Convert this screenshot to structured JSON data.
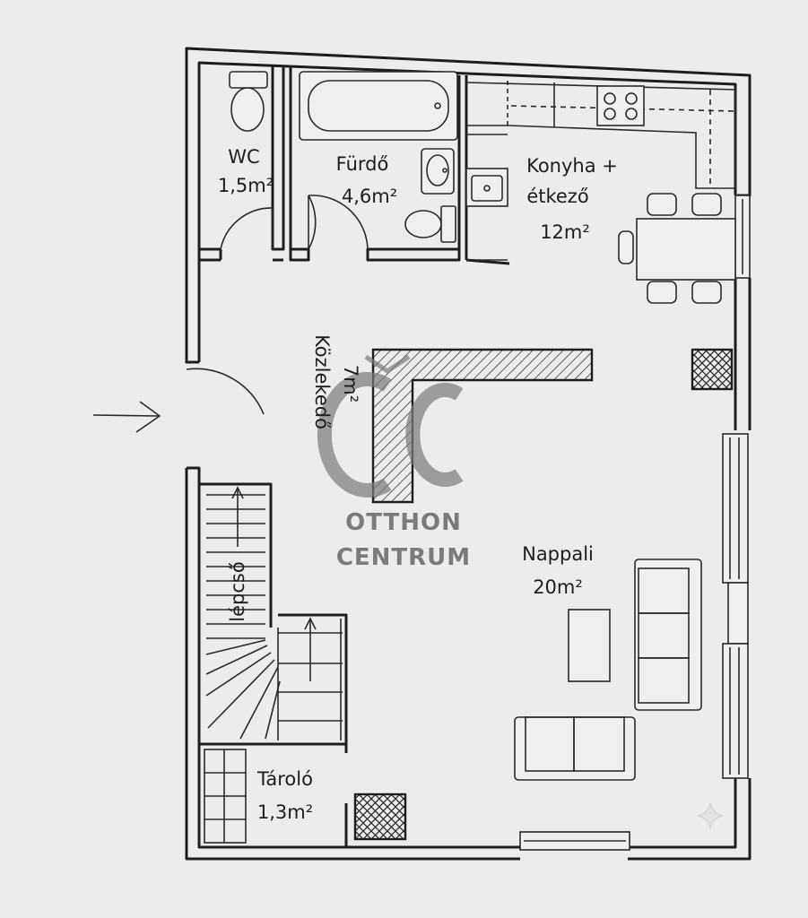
{
  "rooms": {
    "wc": {
      "name": "WC",
      "area": "1,5m²"
    },
    "bath": {
      "name": "Fürdő",
      "area": "4,6m²"
    },
    "kitchen": {
      "name_line1": "Konyha +",
      "name_line2": "étkező",
      "area": "12m²"
    },
    "hall": {
      "name": "Közlekedő",
      "area": "7m²"
    },
    "stairs": {
      "name": "lépcső"
    },
    "living": {
      "name": "Nappali",
      "area": "20m²"
    },
    "storage": {
      "name": "Tároló",
      "area": "1,3m²"
    }
  },
  "watermark": {
    "line1": "OTTHON",
    "line2": "CENTRUM"
  },
  "icons": {
    "entrance": "entrance-arrow-icon",
    "logo": "otthon-centrum-logo-icon",
    "sparkle": "sparkle-icon"
  },
  "colors": {
    "ink": "#1e1e1e",
    "paper": "#ececea",
    "logo": "#7b7b7b"
  }
}
